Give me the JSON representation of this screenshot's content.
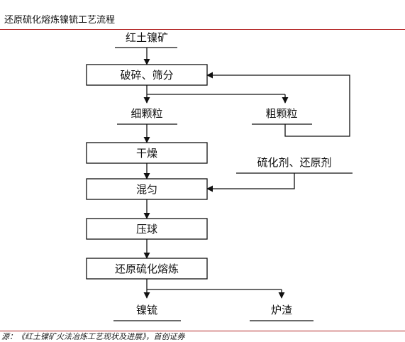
{
  "header": {
    "title": "还原硫化熔炼镍锍工艺流程"
  },
  "footer": {
    "source": "源：《红土镍矿火法冶炼工艺现状及进展》，首创证券"
  },
  "diagram": {
    "raw_ore": "红土镍矿",
    "crush_screen": "破碎、筛分",
    "fine_particles": "细颗粒",
    "coarse_particles": "粗颗粒",
    "drying": "干燥",
    "additives": "硫化剂、还原剂",
    "mixing": "混匀",
    "pelletizing": "压球",
    "smelting": "还原硫化熔炼",
    "nickel_matte": "镍锍",
    "slag": "炉渣"
  }
}
